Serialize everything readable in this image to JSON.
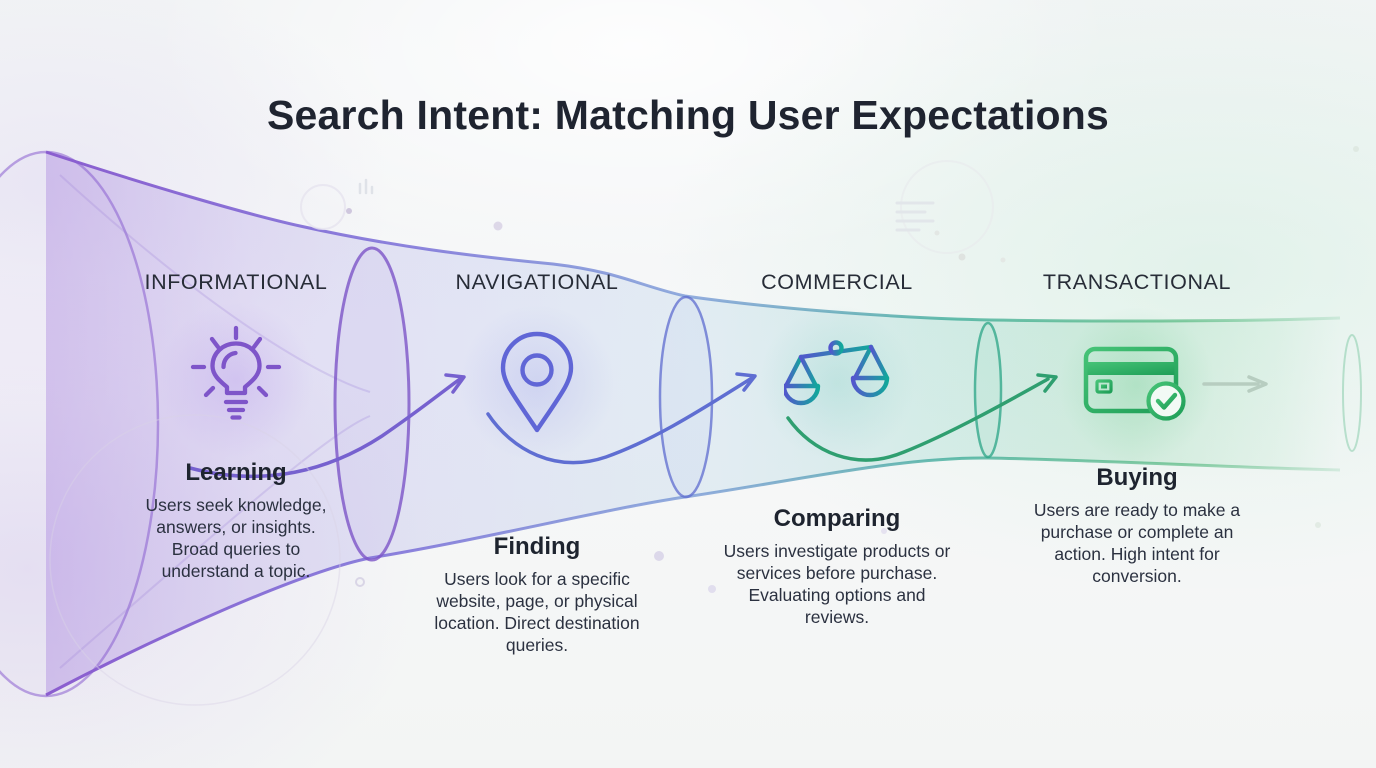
{
  "title": "Search Intent: Matching User Expectations",
  "stages": [
    {
      "label": "INFORMATIONAL",
      "icon": "lightbulb-icon",
      "name": "Learning",
      "description": "Users seek knowledge, answers, or insights. Broad queries to understand a topic.",
      "accent": "#7e55c9"
    },
    {
      "label": "NAVIGATIONAL",
      "icon": "location-pin-icon",
      "name": "Finding",
      "description": "Users look for a specific website, page, or physical location. Direct destination queries.",
      "accent": "#6066d6"
    },
    {
      "label": "COMMERCIAL",
      "icon": "balance-scale-icon",
      "name": "Comparing",
      "description": "Users investigate products or services before purchase. Evaluating options and reviews.",
      "accent": "#2f9f8f"
    },
    {
      "label": "TRANSACTIONAL",
      "icon": "credit-card-check-icon",
      "name": "Buying",
      "description": "Users are ready to make a purchase or complete an action. High intent for conversion.",
      "accent": "#2fae62"
    }
  ],
  "flow": {
    "direction": "left-to-right",
    "funnel_gradient": [
      "#8a5fd0",
      "#6066d6",
      "#2aa58f",
      "#3cb06b"
    ]
  }
}
